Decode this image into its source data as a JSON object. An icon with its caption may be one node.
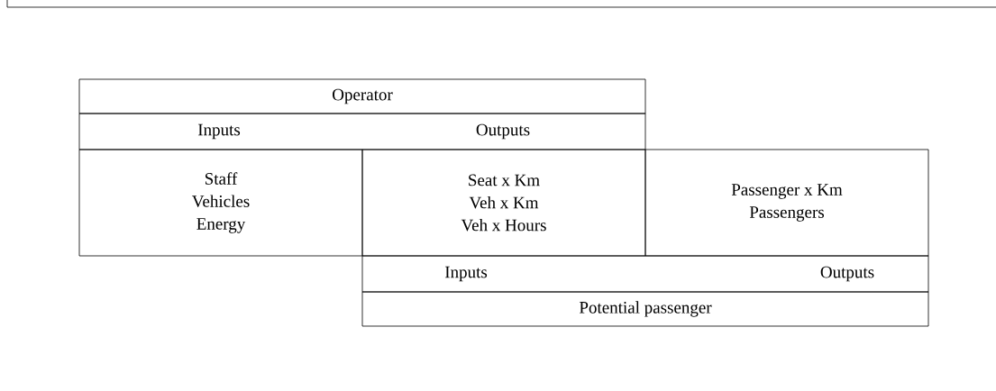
{
  "diagram": {
    "nodes": [
      {
        "text": [
          "Operator"
        ]
      },
      {
        "text": [
          "Inputs",
          "Outputs"
        ]
      },
      {
        "text": [
          "Staff",
          "Vehicles",
          "Energy"
        ]
      },
      {
        "text": [
          "Seat x Km",
          "Veh x Km",
          "Veh x Hours"
        ]
      },
      {
        "text": [
          "Passenger x Km",
          "Passengers"
        ]
      },
      {
        "text": [
          "Inputs",
          "Outputs"
        ]
      },
      {
        "text": [
          "Potential passenger"
        ]
      }
    ]
  }
}
